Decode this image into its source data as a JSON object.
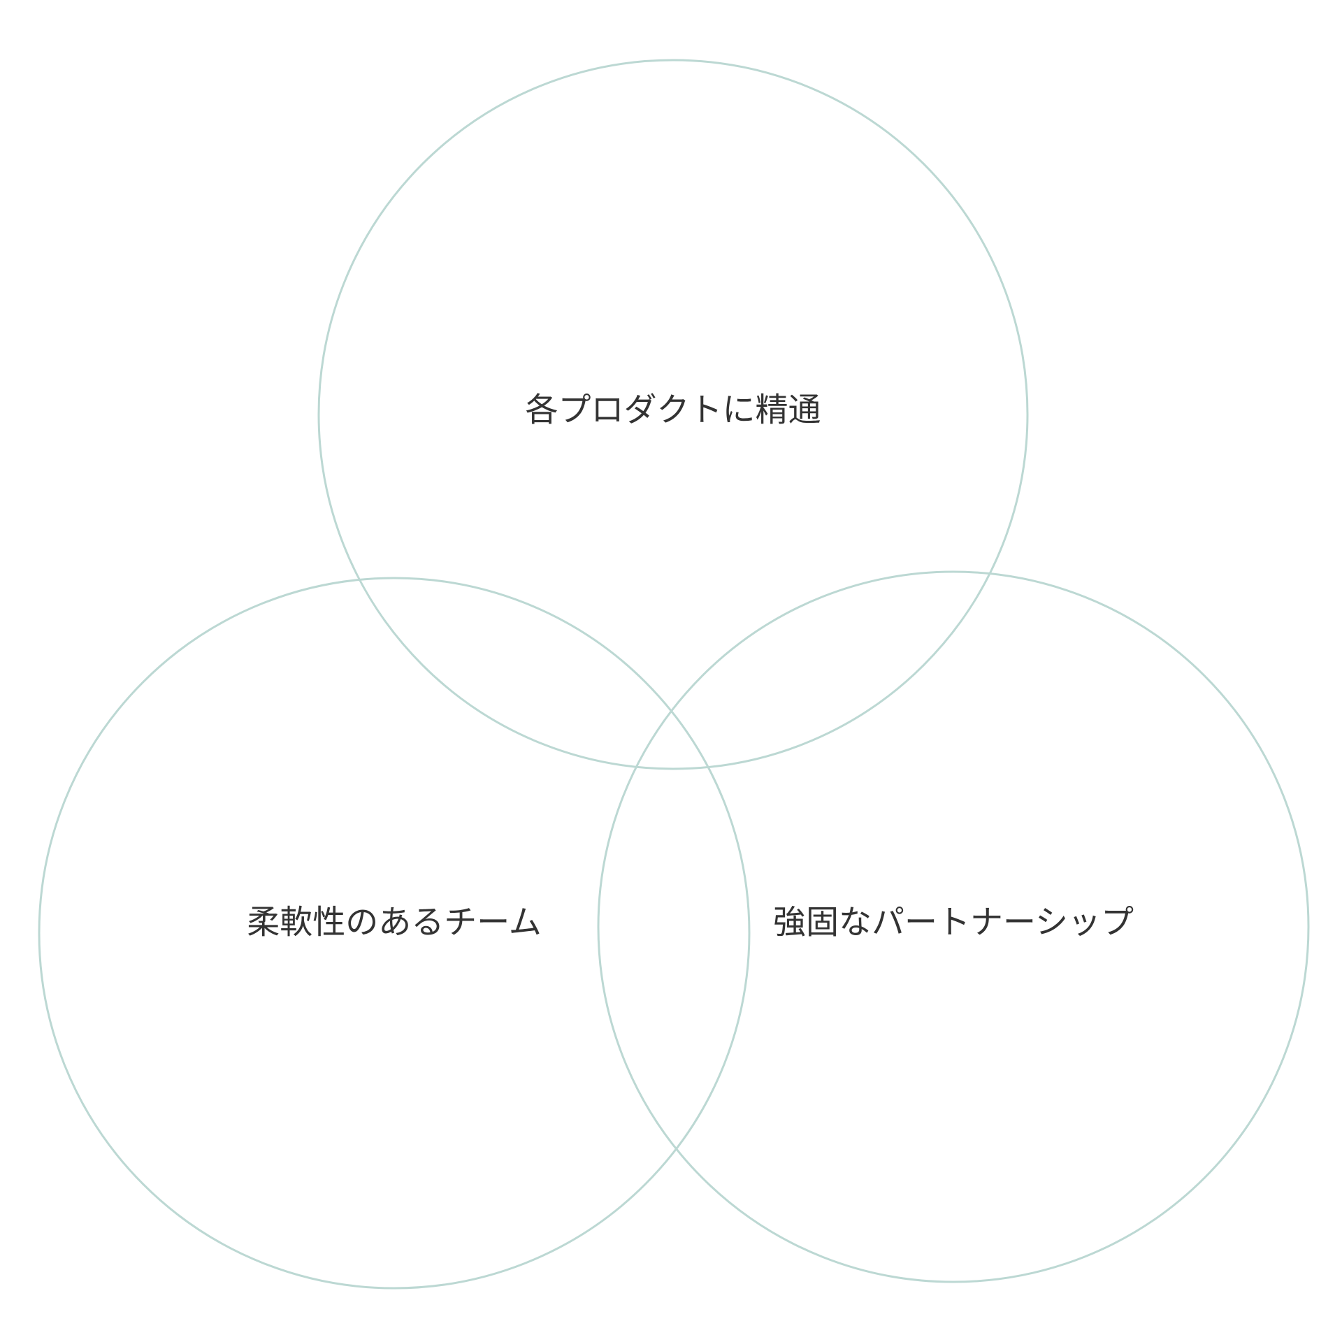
{
  "diagram": {
    "type": "venn",
    "circles": [
      {
        "id": "top",
        "label": "各プロダクトに精通"
      },
      {
        "id": "bottom-left",
        "label": "柔軟性のあるチーム"
      },
      {
        "id": "bottom-right",
        "label": "強固なパートナーシップ"
      }
    ]
  },
  "colors": {
    "stroke": "#bcd8d3",
    "text": "#333333",
    "background": "#ffffff"
  }
}
